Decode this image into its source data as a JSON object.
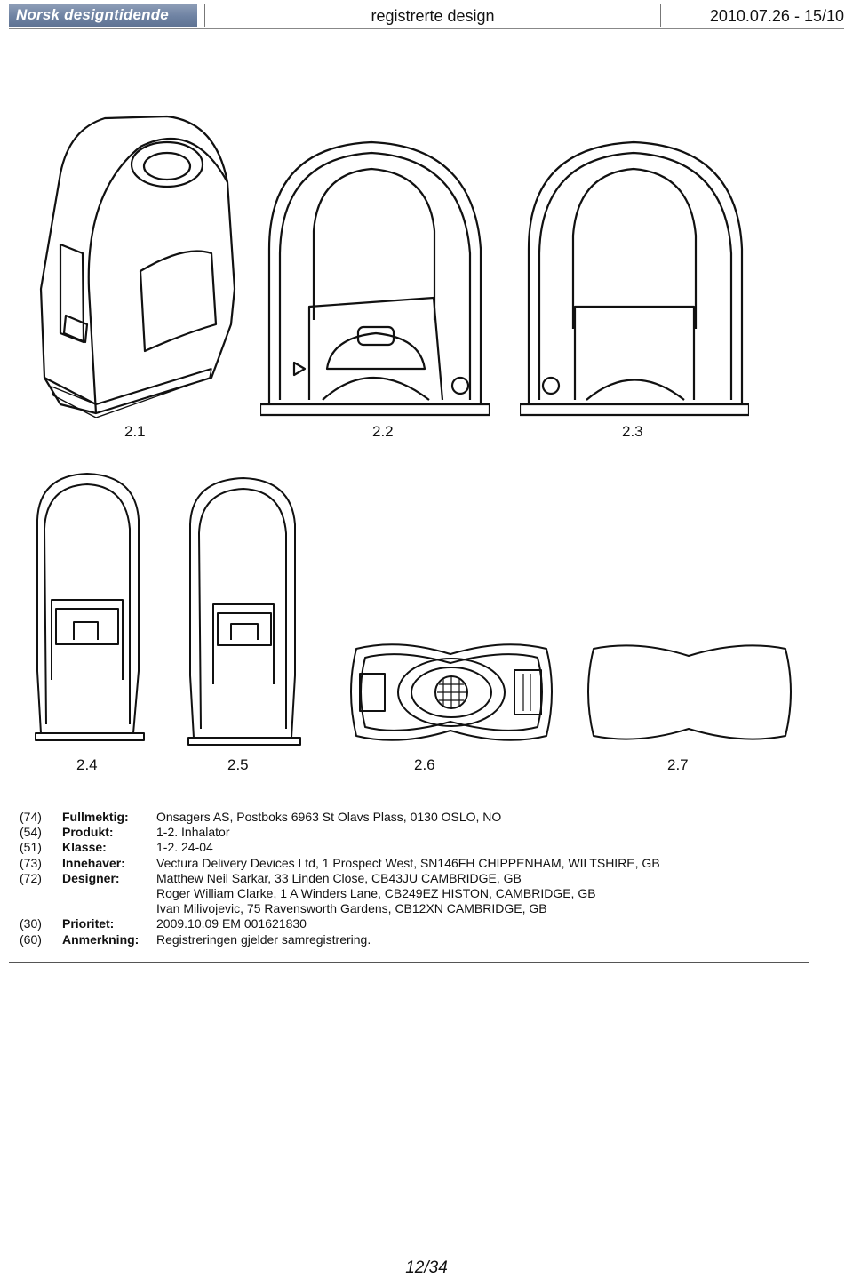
{
  "header": {
    "logo_text": "Norsk designtidende",
    "title": "registrerte design",
    "date_issue": "2010.07.26 - 15/10"
  },
  "figures": [
    {
      "label": "2.1",
      "icon": "inhaler-perspective-view"
    },
    {
      "label": "2.2",
      "icon": "inhaler-front-view"
    },
    {
      "label": "2.3",
      "icon": "inhaler-rear-view"
    },
    {
      "label": "2.4",
      "icon": "inhaler-side-view"
    },
    {
      "label": "2.5",
      "icon": "inhaler-side-view-opposite"
    },
    {
      "label": "2.6",
      "icon": "inhaler-top-view"
    },
    {
      "label": "2.7",
      "icon": "inhaler-bottom-view"
    }
  ],
  "record": [
    {
      "code": "(74)",
      "label": "Fullmektig:",
      "value": "Onsagers AS, Postboks 6963 St Olavs Plass, 0130 OSLO, NO"
    },
    {
      "code": "(54)",
      "label": "Produkt:",
      "value": "1-2. Inhalator"
    },
    {
      "code": "(51)",
      "label": "Klasse:",
      "value": "1-2. 24-04"
    },
    {
      "code": "(73)",
      "label": "Innehaver:",
      "value": "Vectura Delivery Devices Ltd, 1 Prospect West, SN146FH CHIPPENHAM, WILTSHIRE, GB"
    },
    {
      "code": "(72)",
      "label": "Designer:",
      "value": "Matthew Neil Sarkar, 33 Linden Close, CB43JU CAMBRIDGE, GB"
    },
    {
      "code": "",
      "label": "",
      "value": "Roger William Clarke, 1 A Winders Lane, CB249EZ HISTON, CAMBRIDGE, GB"
    },
    {
      "code": "",
      "label": "",
      "value": "Ivan Milivojevic, 75 Ravensworth Gardens, CB12XN CAMBRIDGE, GB"
    },
    {
      "code": "(30)",
      "label": "Prioritet:",
      "value": "2009.10.09 EM 001621830"
    },
    {
      "code": "(60)",
      "label": "Anmerkning:",
      "value": "Registreringen gjelder samregistrering."
    }
  ],
  "footer": {
    "page": "12/34"
  }
}
